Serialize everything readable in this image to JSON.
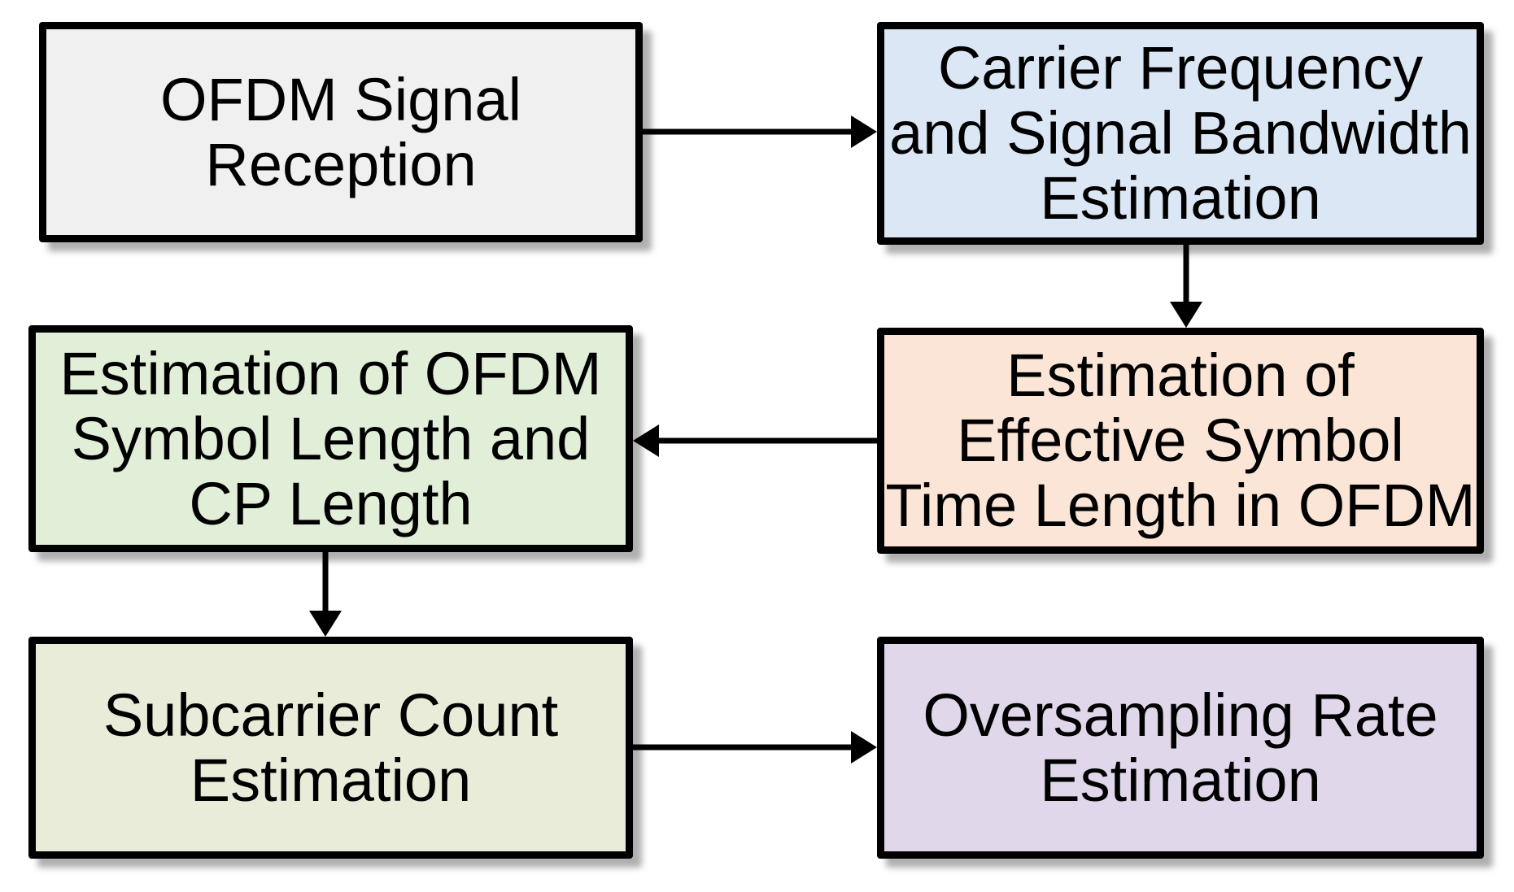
{
  "diagram": {
    "type": "flowchart",
    "colors": {
      "background": "#ffffff",
      "border": "#000000",
      "text": "#000000",
      "arrow": "#000000"
    },
    "nodes": [
      {
        "id": "ofdm-signal-reception",
        "label": "OFDM Signal Reception",
        "lines": [
          "OFDM Signal",
          "Reception"
        ],
        "fill": "#f0f0f0"
      },
      {
        "id": "carrier-frequency-and-signal-bandwidth-estimation",
        "label": "Carrier Frequency and Signal Bandwidth Estimation",
        "lines": [
          "Carrier Frequency",
          "and Signal Bandwidth",
          "Estimation"
        ],
        "fill": "#dbe7f4"
      },
      {
        "id": "estimation-of-ofdm-symbol-length-and-cp-length",
        "label": "Estimation of OFDM Symbol Length and CP Length",
        "lines": [
          "Estimation of OFDM",
          "Symbol Length and",
          "CP Length"
        ],
        "fill": "#e1efd8"
      },
      {
        "id": "estimation-of-effective-symbol-time-length-in-ofdm",
        "label": "Estimation of Effective Symbol Time Length in OFDM",
        "lines": [
          "Estimation of",
          "Effective Symbol",
          "Time Length in OFDM"
        ],
        "fill": "#fbe5d6"
      },
      {
        "id": "subcarrier-count-estimation",
        "label": "Subcarrier Count Estimation",
        "lines": [
          "Subcarrier Count",
          "Estimation"
        ],
        "fill": "#e9ecd9"
      },
      {
        "id": "oversampling-rate-estimation",
        "label": "Oversampling Rate Estimation",
        "lines": [
          "Oversampling Rate",
          "Estimation"
        ],
        "fill": "#e0d7eb"
      }
    ],
    "edges": [
      {
        "from": "ofdm-signal-reception",
        "to": "carrier-frequency-and-signal-bandwidth-estimation",
        "direction": "right"
      },
      {
        "from": "carrier-frequency-and-signal-bandwidth-estimation",
        "to": "estimation-of-effective-symbol-time-length-in-ofdm",
        "direction": "down"
      },
      {
        "from": "estimation-of-effective-symbol-time-length-in-ofdm",
        "to": "estimation-of-ofdm-symbol-length-and-cp-length",
        "direction": "left"
      },
      {
        "from": "estimation-of-ofdm-symbol-length-and-cp-length",
        "to": "subcarrier-count-estimation",
        "direction": "down"
      },
      {
        "from": "subcarrier-count-estimation",
        "to": "oversampling-rate-estimation",
        "direction": "right"
      }
    ]
  }
}
